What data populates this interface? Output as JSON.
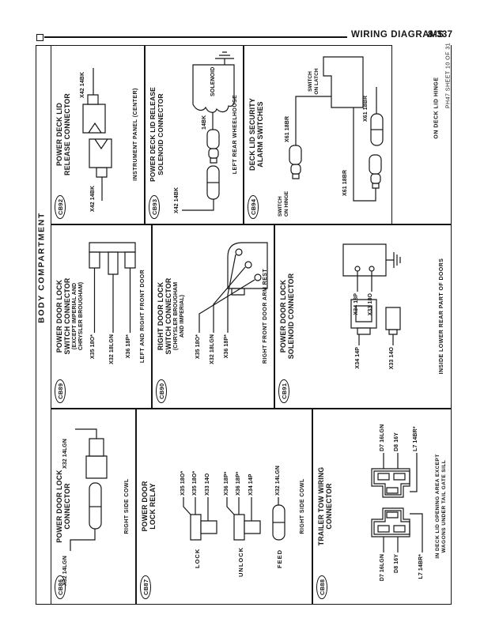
{
  "header": {
    "title": "WIRING DIAGRAMS",
    "page_number": "8-337"
  },
  "section_title": "BODY COMPARTMENT",
  "sheet_ref": "PH47 SHEET 10 OF 31",
  "panels": {
    "cb92": {
      "id": "CB92",
      "title_lines": [
        "POWER DECK LID",
        "RELEASE CONNECTOR"
      ],
      "wire_left": "X42 14BK",
      "wire_right": "X42 14BK",
      "location": "INSTRUMENT PANEL (CENTER)"
    },
    "cb93": {
      "id": "CB93",
      "title_lines": [
        "POWER DECK LID RELEASE",
        "SOLENOID CONNECTOR"
      ],
      "wire_left": "X42 14BK",
      "wire_mid": "14BK",
      "solenoid_label": "SOLENOID",
      "location": "LEFT REAR WHEELHOUSE"
    },
    "cb94": {
      "id": "CB94",
      "title_lines": [
        "DECK LID SECURITY",
        "ALARM SWITCHES"
      ],
      "switch_on_hinge_lines": [
        "SWITCH",
        "ON HINGE"
      ],
      "switch_on_latch_lines": [
        "SWITCH",
        "ON LATCH"
      ],
      "wire_top": "X61 18BR",
      "wire_mid": "X61 18BR",
      "wire_bottom": "X61 18BR",
      "location": "ON DECK LID HINGE"
    },
    "cb89": {
      "id": "CB89",
      "title_lines": [
        "POWER DOOR LOCK",
        "SWITCH CONNECTOR"
      ],
      "subtitle_lines": [
        "(EXCEPT IMPERIAL AND",
        "CHRYSLER BROUGHAM)"
      ],
      "wires": [
        "X35 18O*",
        "X32 18LGN",
        "X36 18P*"
      ],
      "location": "LEFT AND RIGHT FRONT DOOR"
    },
    "cb90": {
      "id": "CB90",
      "title_lines": [
        "RIGHT DOOR LOCK",
        "SWITCH CONNECTOR"
      ],
      "subtitle_lines": [
        "(CHRYSLER BROUGHAM",
        "AND IMPERIAL)"
      ],
      "wires": [
        "X35 18O*",
        "X32 18LGN",
        "X36 18P*"
      ],
      "location": "RIGHT FRONT DOOR ARM REST"
    },
    "cb91": {
      "id": "CB91",
      "title_lines": [
        "POWER DOOR LOCK",
        "SOLENOID CONNECTOR"
      ],
      "wires_top": [
        "X34 18P",
        "X33 18O"
      ],
      "wires_bottom": [
        "X34 14P",
        "X33 14O"
      ],
      "location": "INSIDE LOWER REAR PART OF DOORS"
    },
    "cb86": {
      "id": "CB86",
      "title_lines": [
        "POWER DOOR LOCK",
        "CONNECTOR"
      ],
      "wire_left": "X32 14LGN",
      "wire_right": "X32 14LGN",
      "location": "RIGHT SIDE COWL"
    },
    "cb87": {
      "id": "CB87",
      "title_lines": [
        "POWER DOOR",
        "LOCK RELAY"
      ],
      "groups": [
        {
          "name": "LOCK",
          "wires": [
            "X35 18O*",
            "X35 18O*",
            "X33 14O"
          ]
        },
        {
          "name": "UNLOCK",
          "wires": [
            "X36 18P*",
            "X36 18P*",
            "X34 14P"
          ]
        },
        {
          "name": "FEED",
          "wires": [
            "X32 14LGN"
          ]
        }
      ],
      "location": "RIGHT SIDE COWL"
    },
    "cb88": {
      "id": "CB88",
      "title_lines": [
        "TRAILER TOW WIRING",
        "CONNECTOR"
      ],
      "wires_left": [
        "D7 16LGN",
        "D8 16Y",
        "L7 14BR*"
      ],
      "wires_right": [
        "D7 16LGN",
        "D8 16Y",
        "L7 14BR*"
      ],
      "location_lines": [
        "IN DECK LID OPENING AREA EXCEPT",
        "WAGONS UNDER TAIL GATE SILL"
      ]
    }
  }
}
